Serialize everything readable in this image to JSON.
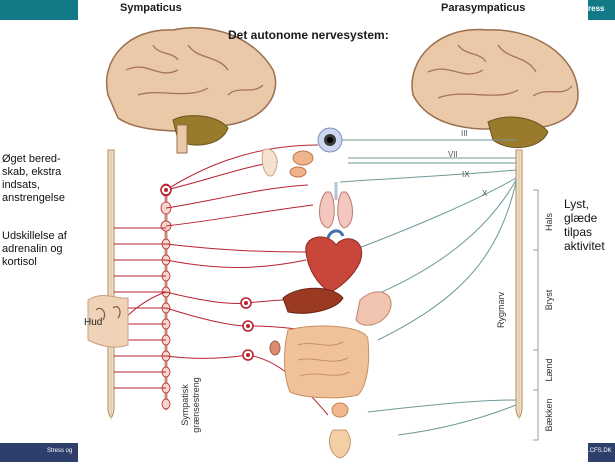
{
  "slide": {
    "header_tag": "ress",
    "footer_left": "Stress og",
    "footer_right": ".CFS.DK"
  },
  "diagram": {
    "title": "Det autonome nervesystem:",
    "sympathetic_label": "Sympaticus",
    "parasympathetic_label": "Parasympaticus",
    "left_text_1": [
      "Øget bered-",
      "skab, ekstra",
      "indsats,",
      "anstrengelse"
    ],
    "left_text_2": [
      "Udskillelse af",
      "adrenalin og",
      "kortisol"
    ],
    "right_text": [
      "Lyst,",
      "glæde",
      "tilpas",
      "aktivitet"
    ],
    "skin_label": "Hud",
    "chain_label": [
      "Sympatisk",
      "grænsestreng"
    ],
    "spinal_cord_label": "Rygmarv",
    "regions": [
      "Hals",
      "Bryst",
      "Lænd",
      "Bækken"
    ],
    "cranial_nerves": [
      "III",
      "VII",
      "IX",
      "X"
    ]
  },
  "colors": {
    "teal_bar": "#117a86",
    "navy_bar": "#2f3f6b",
    "sympathetic_red": "#b8232f",
    "parasympathetic_green": "#6e9a9a",
    "brain": "#e9c9a8",
    "cerebellum": "#9a7a2c"
  }
}
